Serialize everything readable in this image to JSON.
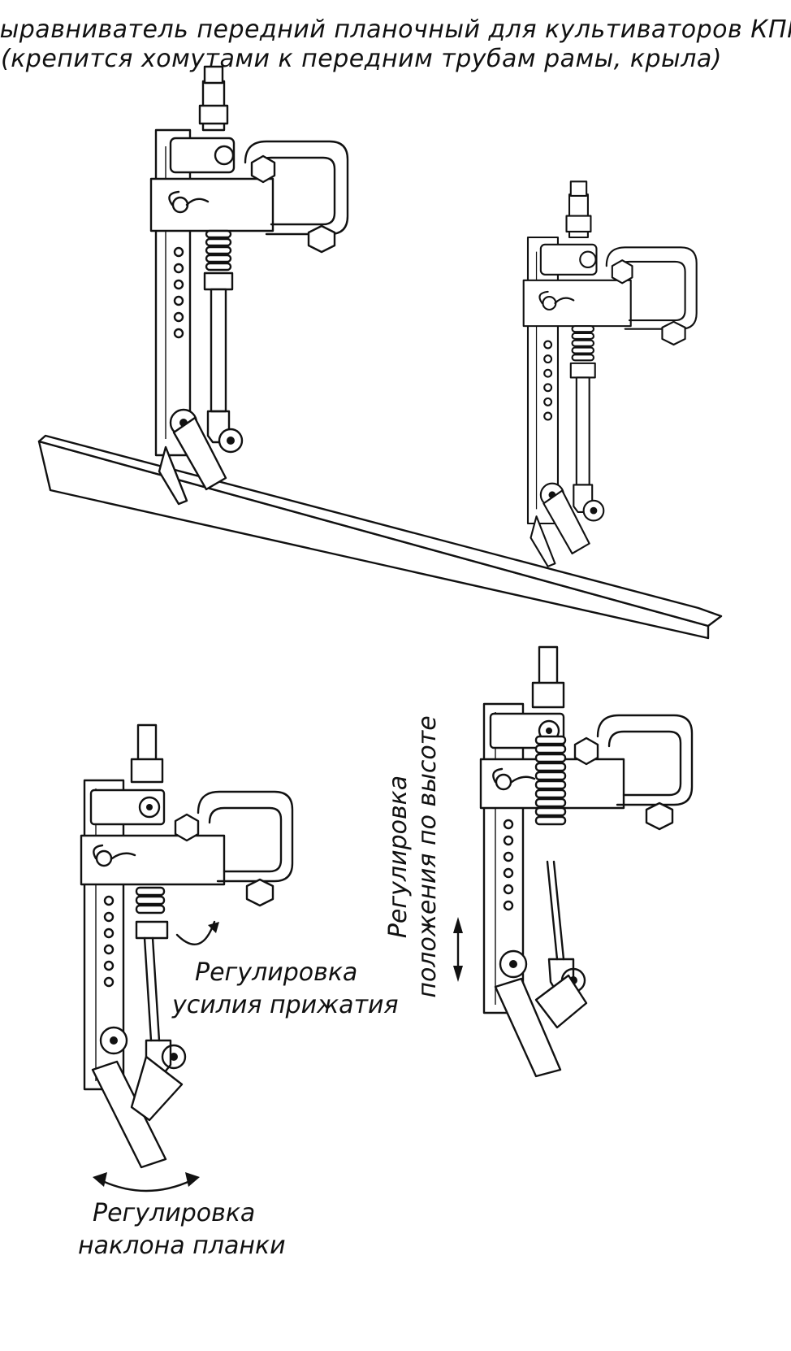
{
  "title": {
    "line1": "Выравниватель передний планочный для культиваторов КПМ",
    "line2": "(крепится хомутами к передним трубам рамы, крыла)"
  },
  "labels": {
    "pressure_line1": "Регулировка",
    "pressure_line2": "усилия прижатия",
    "height_line1": "Регулировка",
    "height_line2": "положения по высоте",
    "tilt_line1": "Регулировка",
    "tilt_line2": "наклона планки"
  },
  "colors": {
    "ink": "#111111",
    "paper": "#ffffff"
  }
}
